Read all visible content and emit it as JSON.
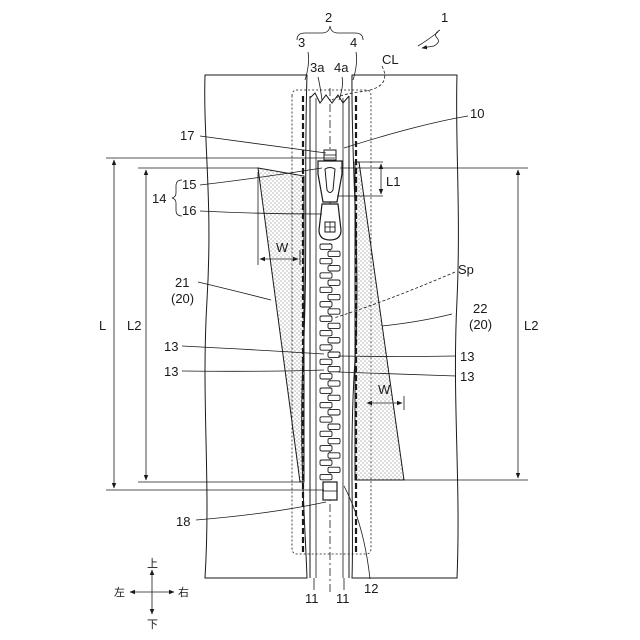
{
  "labels": {
    "assembly": "1",
    "chain": "2",
    "left_tape": "3",
    "left_tape_edge": "3a",
    "right_tape": "4",
    "right_tape_edge": "4a",
    "center_line": "CL",
    "stopper_top": "10",
    "pull_tab_top": "17",
    "slider_body": "15",
    "slider": "14",
    "pull_tab": "16",
    "space": "Sp",
    "left_gusset": "21",
    "left_gusset_group": "(20)",
    "right_gusset": "22",
    "right_gusset_group": "(20)",
    "length_total": "L",
    "length_left": "L2",
    "length_right": "L2",
    "length_top": "L1",
    "width_left": "W",
    "width_right": "W",
    "element_a": "13",
    "element_b": "13",
    "element_c": "13",
    "element_d": "13",
    "bottom_stop": "18",
    "bottom_end": "12",
    "core_left": "11",
    "core_right": "11"
  },
  "compass": {
    "up": "上",
    "down": "下",
    "left": "左",
    "right": "右"
  }
}
